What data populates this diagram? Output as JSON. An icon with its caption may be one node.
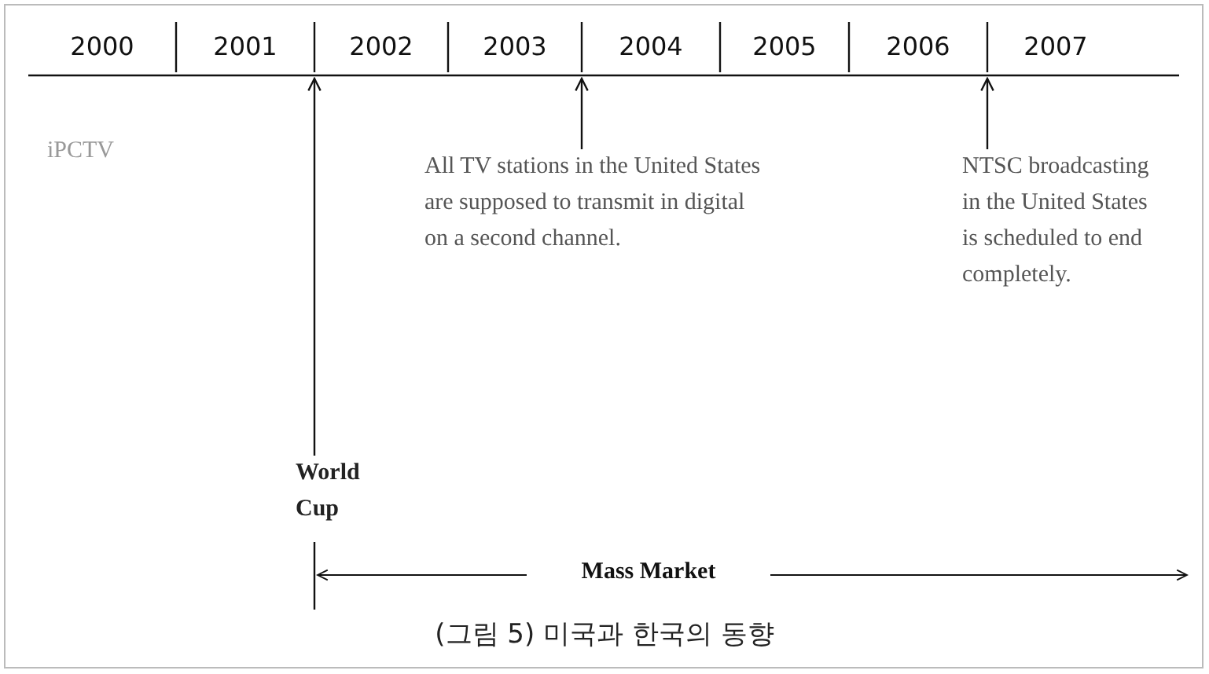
{
  "diagram": {
    "caption": "(그림 5) 미국과 한국의 동향",
    "nodes": [
      {
        "text": [
          "World Cup"
        ]
      },
      {
        "text": [
          "All TV stations in the United States are supposed to transmit in digital on a second channel."
        ]
      },
      {
        "text": [
          "NTSC broadcasting in the United States is scheduled to end completely."
        ]
      }
    ],
    "edges": [
      {
        "from": 0,
        "to": null,
        "arrow": "to"
      },
      {
        "from": 1,
        "to": null,
        "arrow": "to"
      },
      {
        "from": 2,
        "to": null,
        "arrow": "to"
      }
    ],
    "labels": [
      "2000",
      "2001",
      "2002",
      "2003",
      "2004",
      "2005",
      "2006",
      "2007",
      "iPCTV",
      "Mass Market"
    ]
  }
}
